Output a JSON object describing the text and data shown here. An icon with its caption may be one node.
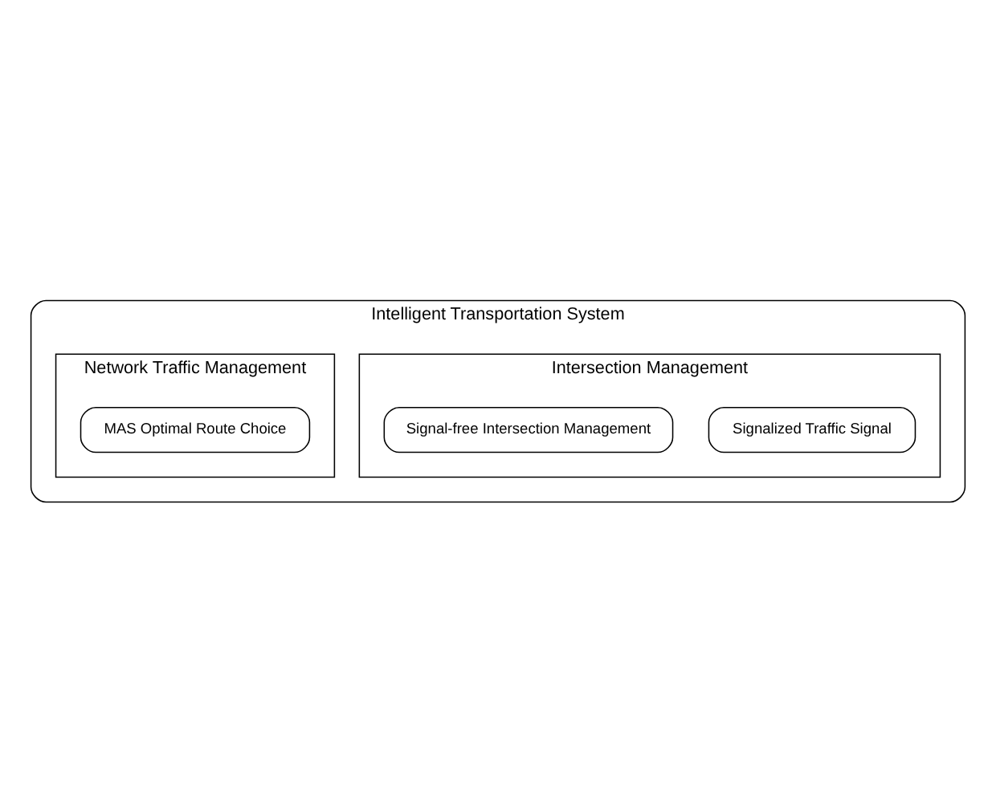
{
  "diagram": {
    "nodes": [
      {
        "text": [
          "Intelligent Transportation System"
        ]
      },
      {
        "text": [
          "Intersection Management"
        ],
        "in": 0
      },
      {
        "text": [
          "Signalized Traffic Signal"
        ],
        "in": 1
      },
      {
        "text": [
          "Signal-free Intersection Management"
        ],
        "in": 1
      },
      {
        "text": [
          "Network Traffic Management"
        ],
        "in": 0
      },
      {
        "text": [
          "MAS Optimal Route Choice"
        ],
        "in": 4
      }
    ]
  }
}
